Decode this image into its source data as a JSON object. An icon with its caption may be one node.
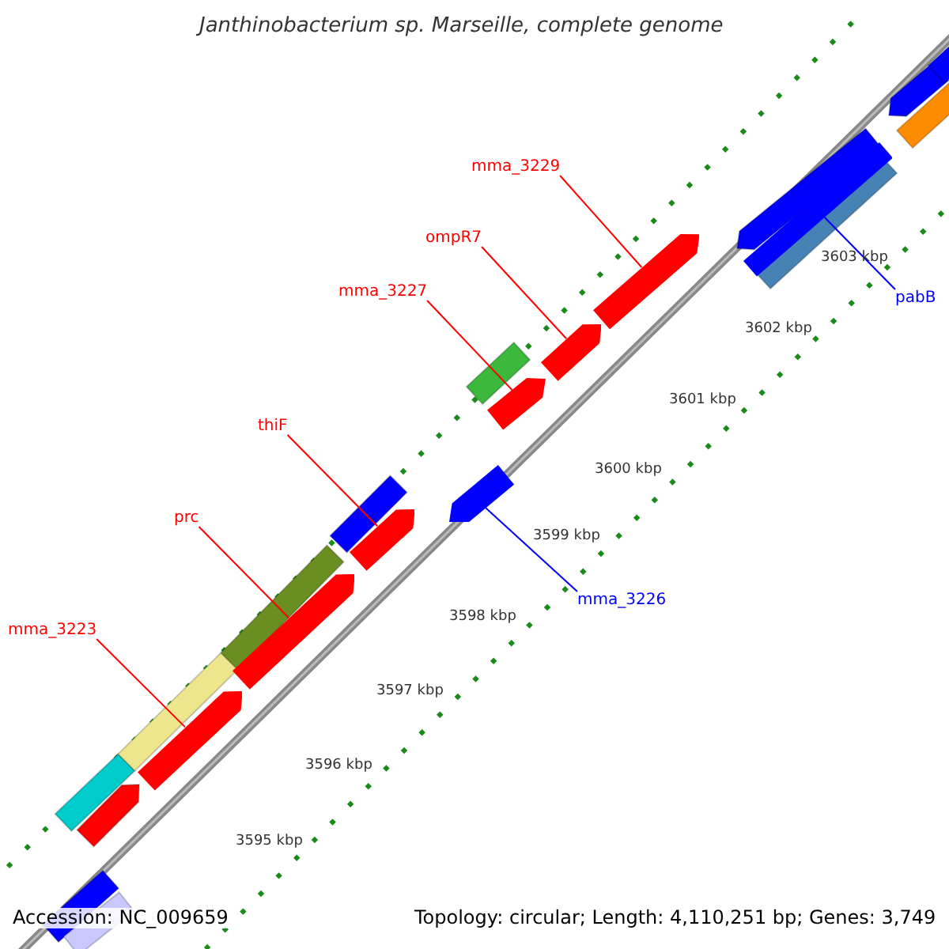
{
  "diagram": {
    "title": "Janthinobacterium sp. Marseille, complete genome",
    "nodes": [
      {
        "text": [
          "mma_3229"
        ]
      },
      {
        "text": [
          "ompR7"
        ]
      },
      {
        "text": [
          "mma_3227"
        ]
      },
      {
        "text": [
          "pabB"
        ]
      },
      {
        "text": [
          "thiF"
        ]
      },
      {
        "text": [
          "mma_3226"
        ]
      },
      {
        "text": [
          "prc"
        ]
      },
      {
        "text": [
          "mma_3223"
        ]
      },
      {
        "text": [],
        "shape": "arrow"
      },
      {
        "text": [],
        "shape": "arrow"
      },
      {
        "text": [],
        "shape": "arrow"
      },
      {
        "text": [],
        "shape": "bar"
      },
      {
        "text": [],
        "shape": "arrow"
      },
      {
        "text": [],
        "shape": "arrow"
      },
      {
        "text": [],
        "shape": "arrow"
      },
      {
        "text": [],
        "shape": "arrow"
      }
    ],
    "edges": [
      {
        "from": 0,
        "to": 8,
        "arrow": "none"
      },
      {
        "from": 1,
        "to": 9,
        "arrow": "none"
      },
      {
        "from": 2,
        "to": 10,
        "arrow": "none"
      },
      {
        "from": 3,
        "to": 11,
        "arrow": "none",
        "color": "#0000ff"
      },
      {
        "from": 4,
        "to": 12,
        "arrow": "none"
      },
      {
        "from": 5,
        "to": 13,
        "arrow": "none",
        "color": "#0000ff"
      },
      {
        "from": 6,
        "to": 14,
        "arrow": "none"
      },
      {
        "from": 7,
        "to": 15,
        "arrow": "none"
      }
    ],
    "labels": [
      "3603 kbp",
      "3602 kbp",
      "3601 kbp",
      "3600 kbp",
      "3599 kbp",
      "3598 kbp",
      "3597 kbp",
      "3596 kbp",
      "3595 kbp",
      "Accession: NC_009659",
      "Topology: circular; Length: 4,110,251 bp; Genes: 3,749"
    ]
  }
}
